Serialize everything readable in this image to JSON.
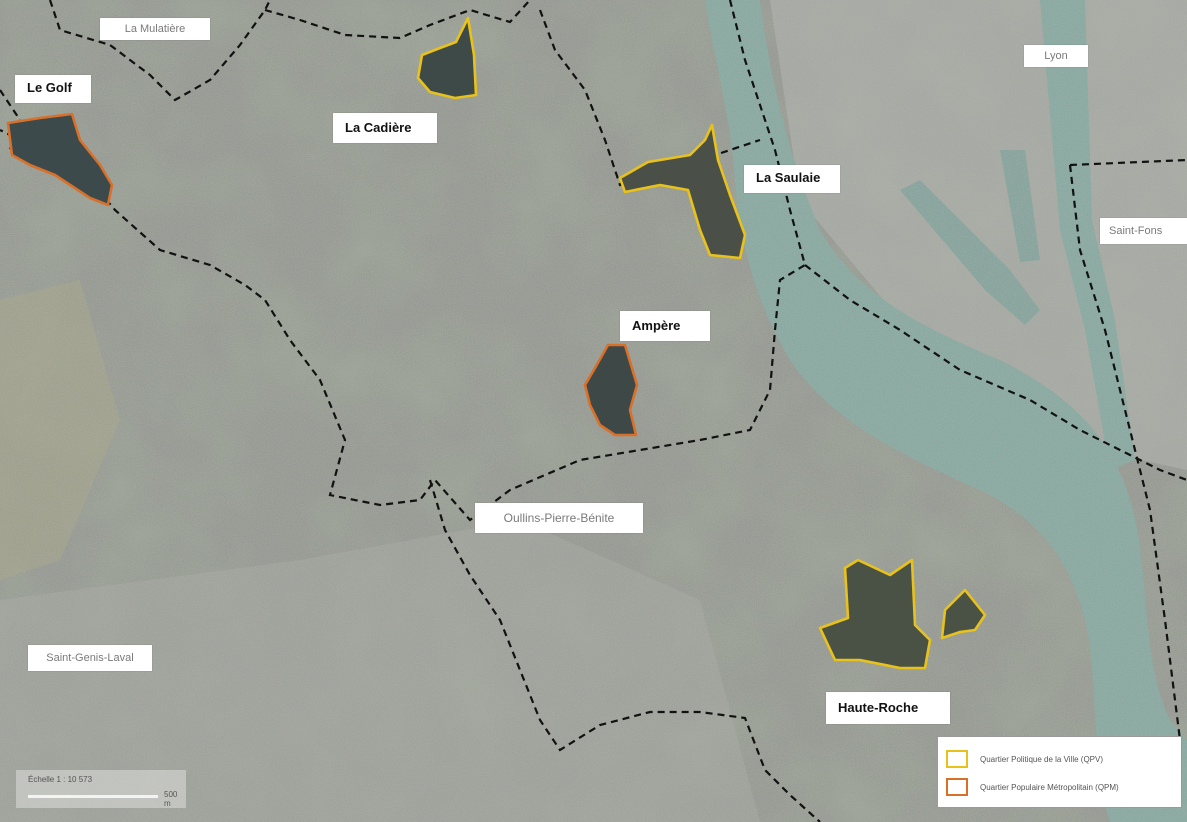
{
  "communes": [
    {
      "id": "la-mulatiere",
      "label": "La Mulatière"
    },
    {
      "id": "lyon",
      "label": "Lyon"
    },
    {
      "id": "saint-fons",
      "label": "Saint-Fons"
    },
    {
      "id": "oullins-pierre-benite",
      "label": "Oullins-Pierre-Bénite"
    },
    {
      "id": "saint-genis-laval",
      "label": "Saint-Genis-Laval"
    }
  ],
  "quartiers": [
    {
      "id": "le-golf",
      "label": "Le Golf",
      "type": "QPM"
    },
    {
      "id": "la-cadiere",
      "label": "La Cadière",
      "type": "QPV"
    },
    {
      "id": "la-saulaie",
      "label": "La Saulaie",
      "type": "QPV"
    },
    {
      "id": "ampere",
      "label": "Ampère",
      "type": "QPM"
    },
    {
      "id": "haute-roche",
      "label": "Haute-Roche",
      "type": "QPV"
    }
  ],
  "legend": {
    "items": [
      {
        "label": "Quartier Politique de la Ville (QPV)",
        "color": "#e8c21b"
      },
      {
        "label": "Quartier Populaire Métropolitain (QPM)",
        "color": "#d9702a"
      }
    ]
  },
  "scale": {
    "text": "Échelle 1 : 10 573",
    "end_label": "500 m"
  },
  "colors": {
    "qpv_outline": "#e8c21b",
    "qpm_outline": "#d9702a",
    "river": "#7fa69c",
    "boundary": "#111111"
  }
}
